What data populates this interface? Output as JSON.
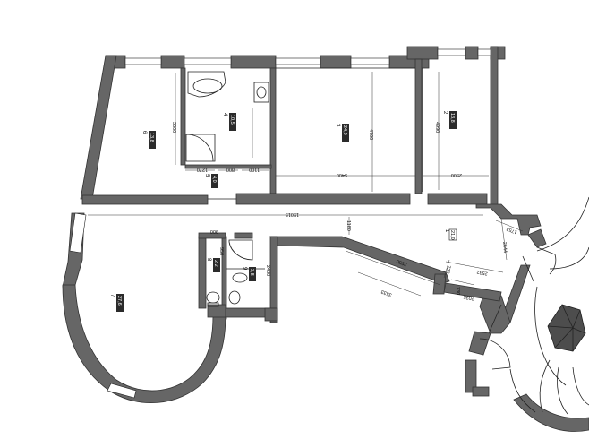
{
  "rooms": [
    {
      "number": "1",
      "area": "21,0"
    },
    {
      "number": "2",
      "area": "13,8"
    },
    {
      "number": "3",
      "area": "24,9"
    },
    {
      "number": "4",
      "area": "10,5"
    },
    {
      "number": "5",
      "area": "4,0"
    },
    {
      "number": "6",
      "area": "13,8"
    },
    {
      "number": "7",
      "area": "27,6"
    },
    {
      "number": "8",
      "area": "2,2"
    },
    {
      "number": "9",
      "area": "3,8"
    }
  ],
  "dimensions": {
    "d3300": "3300",
    "d4700": "4700",
    "d4990": "4990",
    "d1270": "1270",
    "d800": "800",
    "d1100": "1100",
    "d5400": "5400",
    "d2500": "2500",
    "d15015": "15015",
    "d1180": "1180",
    "d900": "900",
    "d950": "950",
    "d2400": "2400",
    "d1753": "1753",
    "d2644": "2644",
    "d3950": "3950",
    "d2532": "2532",
    "d720": "720",
    "d730": "730",
    "d3533": "3533",
    "d2035": "2035"
  }
}
